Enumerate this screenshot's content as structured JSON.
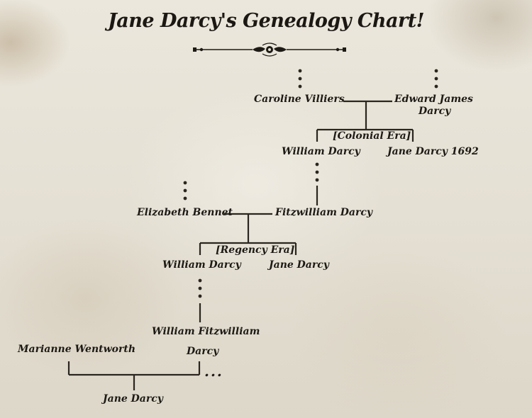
{
  "title": "Jane Darcy's Genealogy Chart!",
  "colors": {
    "ink": "#1d1a15",
    "paper": "#e7e2d6"
  },
  "people": {
    "caroline_villiers": "Caroline Villiers",
    "edward_james_darcy_line1": "Edward James",
    "edward_james_darcy_line2": "Darcy",
    "william_darcy_colonial": "William Darcy",
    "jane_darcy_1692": "Jane Darcy 1692",
    "elizabeth_bennet": "Elizabeth Bennet",
    "fitzwilliam_darcy": "Fitzwilliam Darcy",
    "william_darcy_regency": "William Darcy",
    "jane_darcy_regency": "Jane Darcy",
    "william_fitzwilliam_darcy_line1": "William Fitzwilliam",
    "william_fitzwilliam_darcy_line2": "Darcy",
    "marianne_wentworth": "Marianne Wentworth",
    "jane_darcy_modern": "Jane Darcy"
  },
  "eras": {
    "colonial": "[Colonial Era]",
    "regency": "[Regency Era]"
  },
  "continuation": "..."
}
